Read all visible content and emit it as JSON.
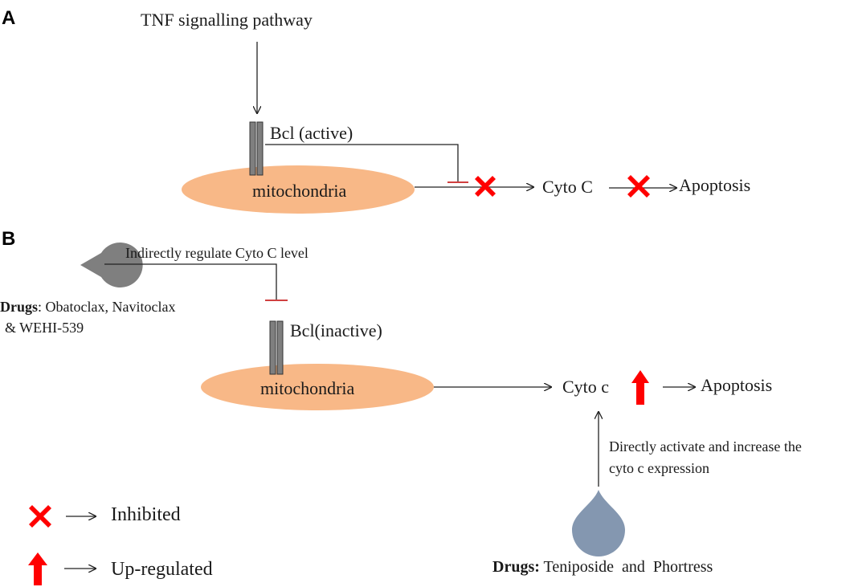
{
  "panel_a": {
    "label": "A",
    "pathway": "TNF signalling pathway",
    "bcl": "Bcl (active)",
    "mito": "mitochondria",
    "cyto": "Cyto C",
    "apoptosis": "Apoptosis"
  },
  "panel_b": {
    "label": "B",
    "regulate": "Indirectly regulate  Cyto C level",
    "drugs1_bold": "Drugs",
    "drugs1_line1": ": Obatoclax, Navitoclax",
    "drugs1_line2": "& WEHI-539",
    "bcl": "Bcl(inactive)",
    "mito": "mitochondria",
    "cyto": "Cyto c",
    "apoptosis": "Apoptosis",
    "activate_line1": "Directly  activate and increase the",
    "activate_line2": "cyto c expression",
    "drugs2_bold": "Drugs:",
    "drugs2_rest": " Teniposide  and  Phortress"
  },
  "legend": {
    "inhibited": "Inhibited",
    "upregulated": "Up-regulated"
  },
  "colors": {
    "mitochondria": "#f8b887",
    "membrane": "#7f7f7f",
    "inhibit_mark": "#ff0000",
    "inhibit_bar": "#c00000",
    "drug_wedge": "#7f7f7f",
    "drug_drop": "#8497b0"
  }
}
